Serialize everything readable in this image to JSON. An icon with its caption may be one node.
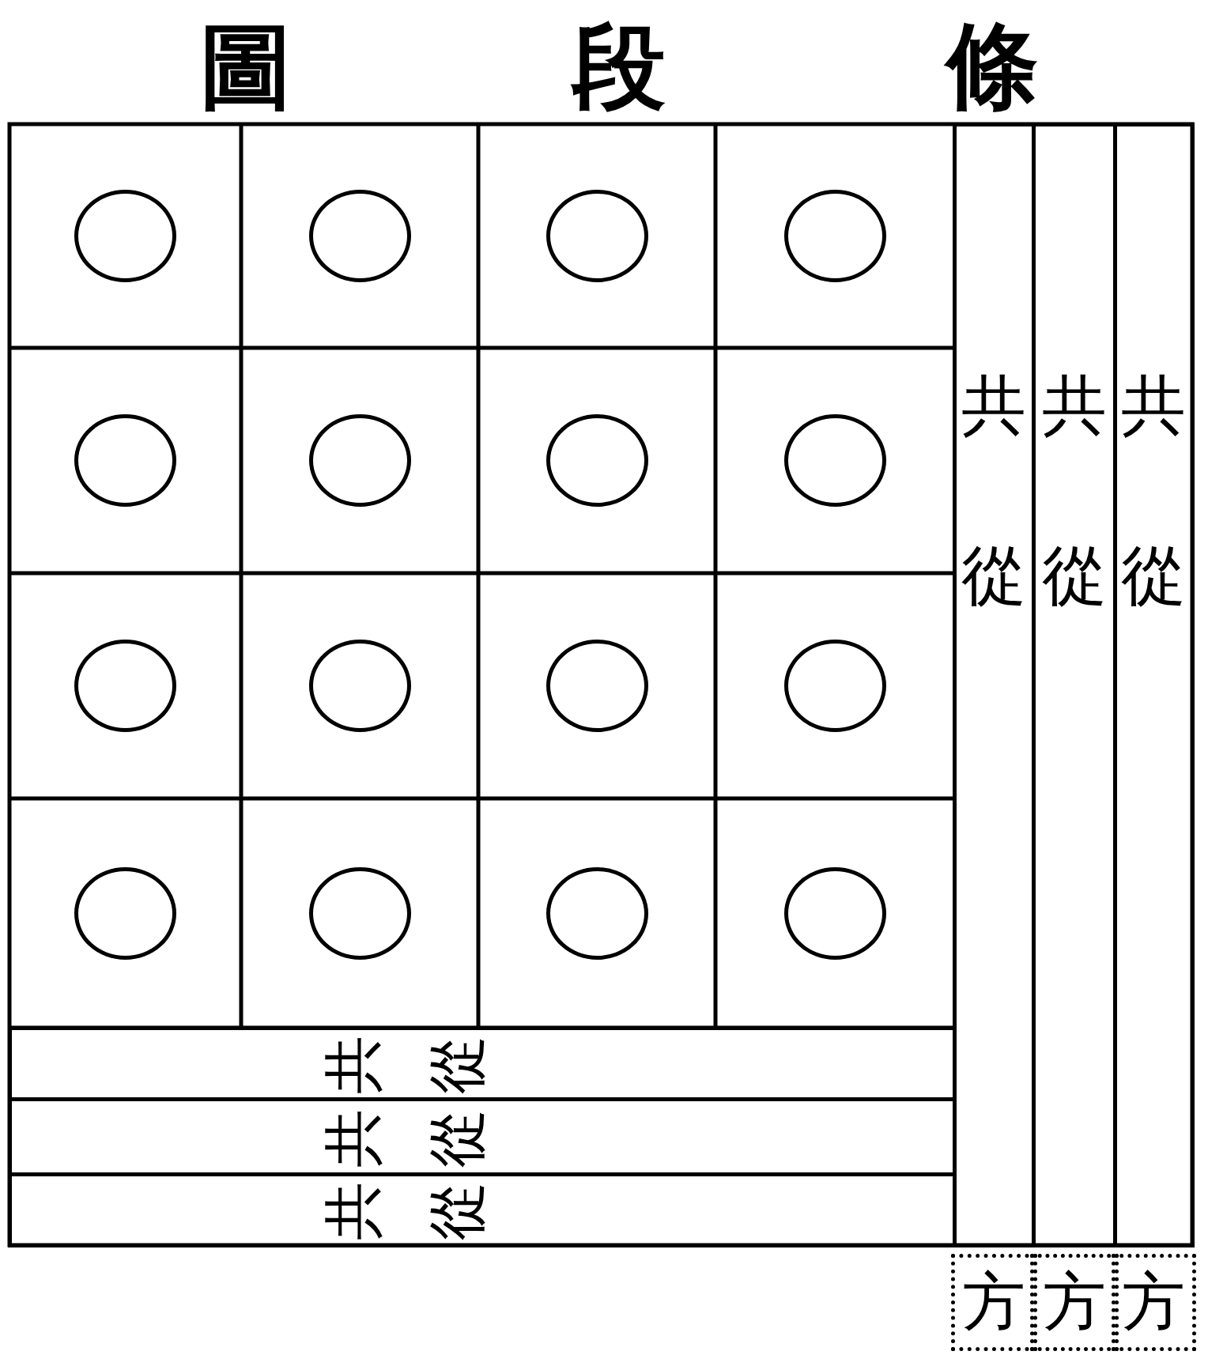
{
  "diagram": {
    "title": "圖段條",
    "nodes": [
      {
        "text": [],
        "shape": "circle"
      },
      {
        "text": [],
        "shape": "circle"
      },
      {
        "text": [],
        "shape": "circle"
      },
      {
        "text": [],
        "shape": "circle"
      },
      {
        "text": [],
        "shape": "circle"
      },
      {
        "text": [],
        "shape": "circle"
      },
      {
        "text": [],
        "shape": "circle"
      },
      {
        "text": [],
        "shape": "circle"
      },
      {
        "text": [],
        "shape": "circle"
      },
      {
        "text": [],
        "shape": "circle"
      },
      {
        "text": [],
        "shape": "circle"
      },
      {
        "text": [],
        "shape": "circle"
      },
      {
        "text": [],
        "shape": "circle"
      },
      {
        "text": [],
        "shape": "circle"
      },
      {
        "text": [],
        "shape": "circle"
      },
      {
        "text": [],
        "shape": "circle"
      },
      {
        "text": [
          "共從"
        ]
      },
      {
        "text": [
          "共從"
        ]
      },
      {
        "text": [
          "共從"
        ]
      },
      {
        "text": [
          "共從"
        ]
      },
      {
        "text": [
          "共從"
        ]
      },
      {
        "text": [
          "共從"
        ]
      },
      {
        "text": [
          "方"
        ]
      },
      {
        "text": [
          "方"
        ]
      },
      {
        "text": [
          "方"
        ]
      }
    ]
  }
}
